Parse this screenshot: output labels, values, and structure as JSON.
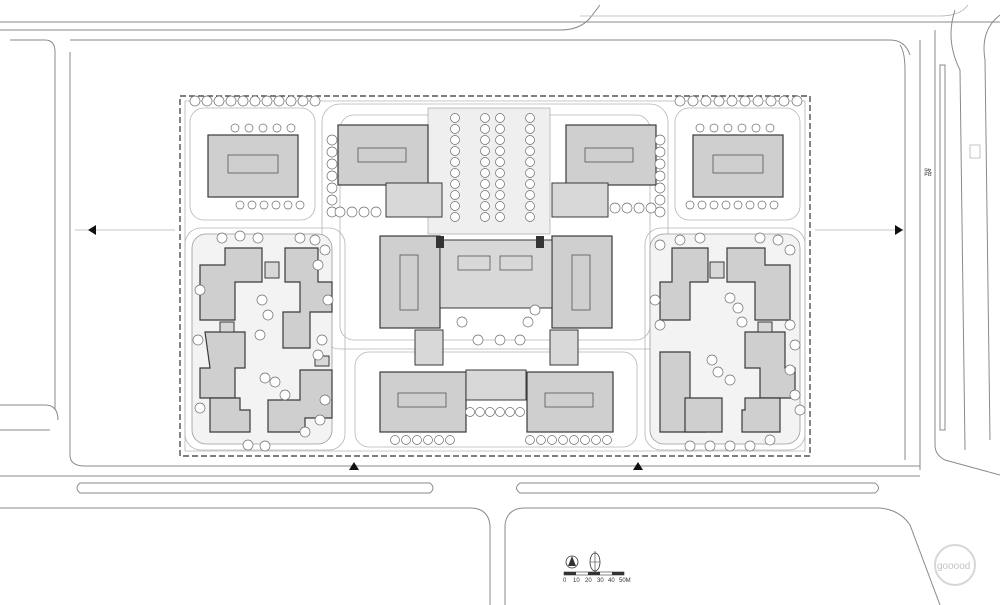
{
  "plan": {
    "scale_labels": [
      "0",
      "10",
      "20",
      "30",
      "40",
      "50M"
    ],
    "street_label": "路",
    "watermark": "gooood"
  },
  "colors": {
    "building_fill": "#cfcfcf",
    "courtyard_fill": "#f3f3f3",
    "outline": "#3a3a3a",
    "road": "#8a8a8a"
  },
  "icons": [
    "north-arrow-icon",
    "compass-rose-icon",
    "entrance-arrow-icon"
  ]
}
